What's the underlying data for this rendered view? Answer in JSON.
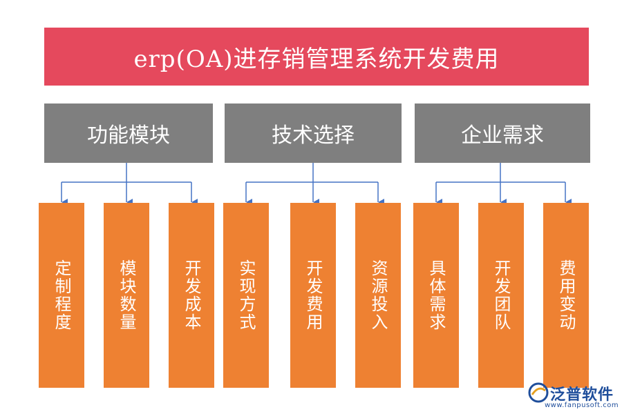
{
  "title": "erp(OA)进存销管理系统开发费用",
  "categories": [
    {
      "label": "功能模块",
      "items": [
        "定制程度",
        "模块数量",
        "开发成本"
      ]
    },
    {
      "label": "技术选择",
      "items": [
        "实现方式",
        "开发费用",
        "资源投入"
      ]
    },
    {
      "label": "企业需求",
      "items": [
        "具体需求",
        "开发团队",
        "费用变动"
      ]
    }
  ],
  "watermark": {
    "name": "泛普软件",
    "url": "www.fanpusoft.com"
  },
  "colors": {
    "title_bg": "#e5495d",
    "category_bg": "#7f7f7f",
    "item_bg": "#ee8132",
    "connector": "#4472c4"
  }
}
